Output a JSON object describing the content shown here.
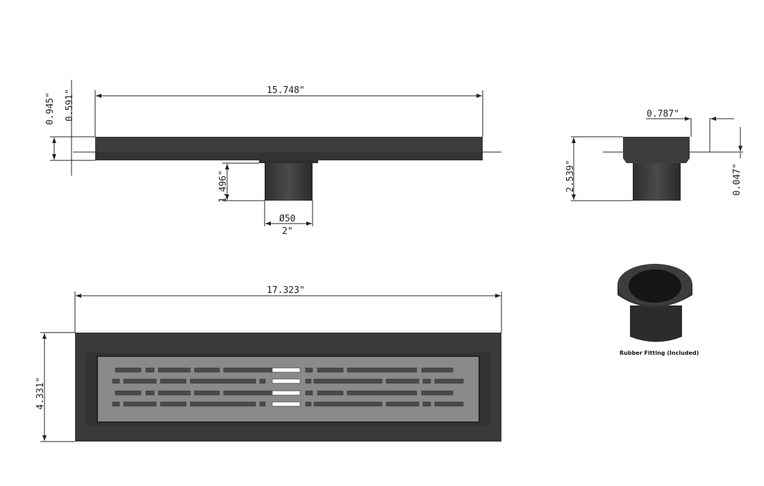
{
  "side_view": {
    "length": "15.748\"",
    "total_height": "0.945\"",
    "channel_height": "0.591\"",
    "outlet_height": "1.496\"",
    "outlet_diameter_mm": "Ø50",
    "outlet_diameter_in": "2\""
  },
  "end_view": {
    "width": "0.787\"",
    "height": "2.539\"",
    "flange": "0.047\""
  },
  "top_view": {
    "length": "17.323\"",
    "width": "4.331\""
  },
  "fitting": {
    "caption": "Rubber Fitting (Included)"
  },
  "colors": {
    "body": "#3c3c3c",
    "grate": "#8a8a8a",
    "slot": "#4a4a4a",
    "line": "#222222"
  }
}
